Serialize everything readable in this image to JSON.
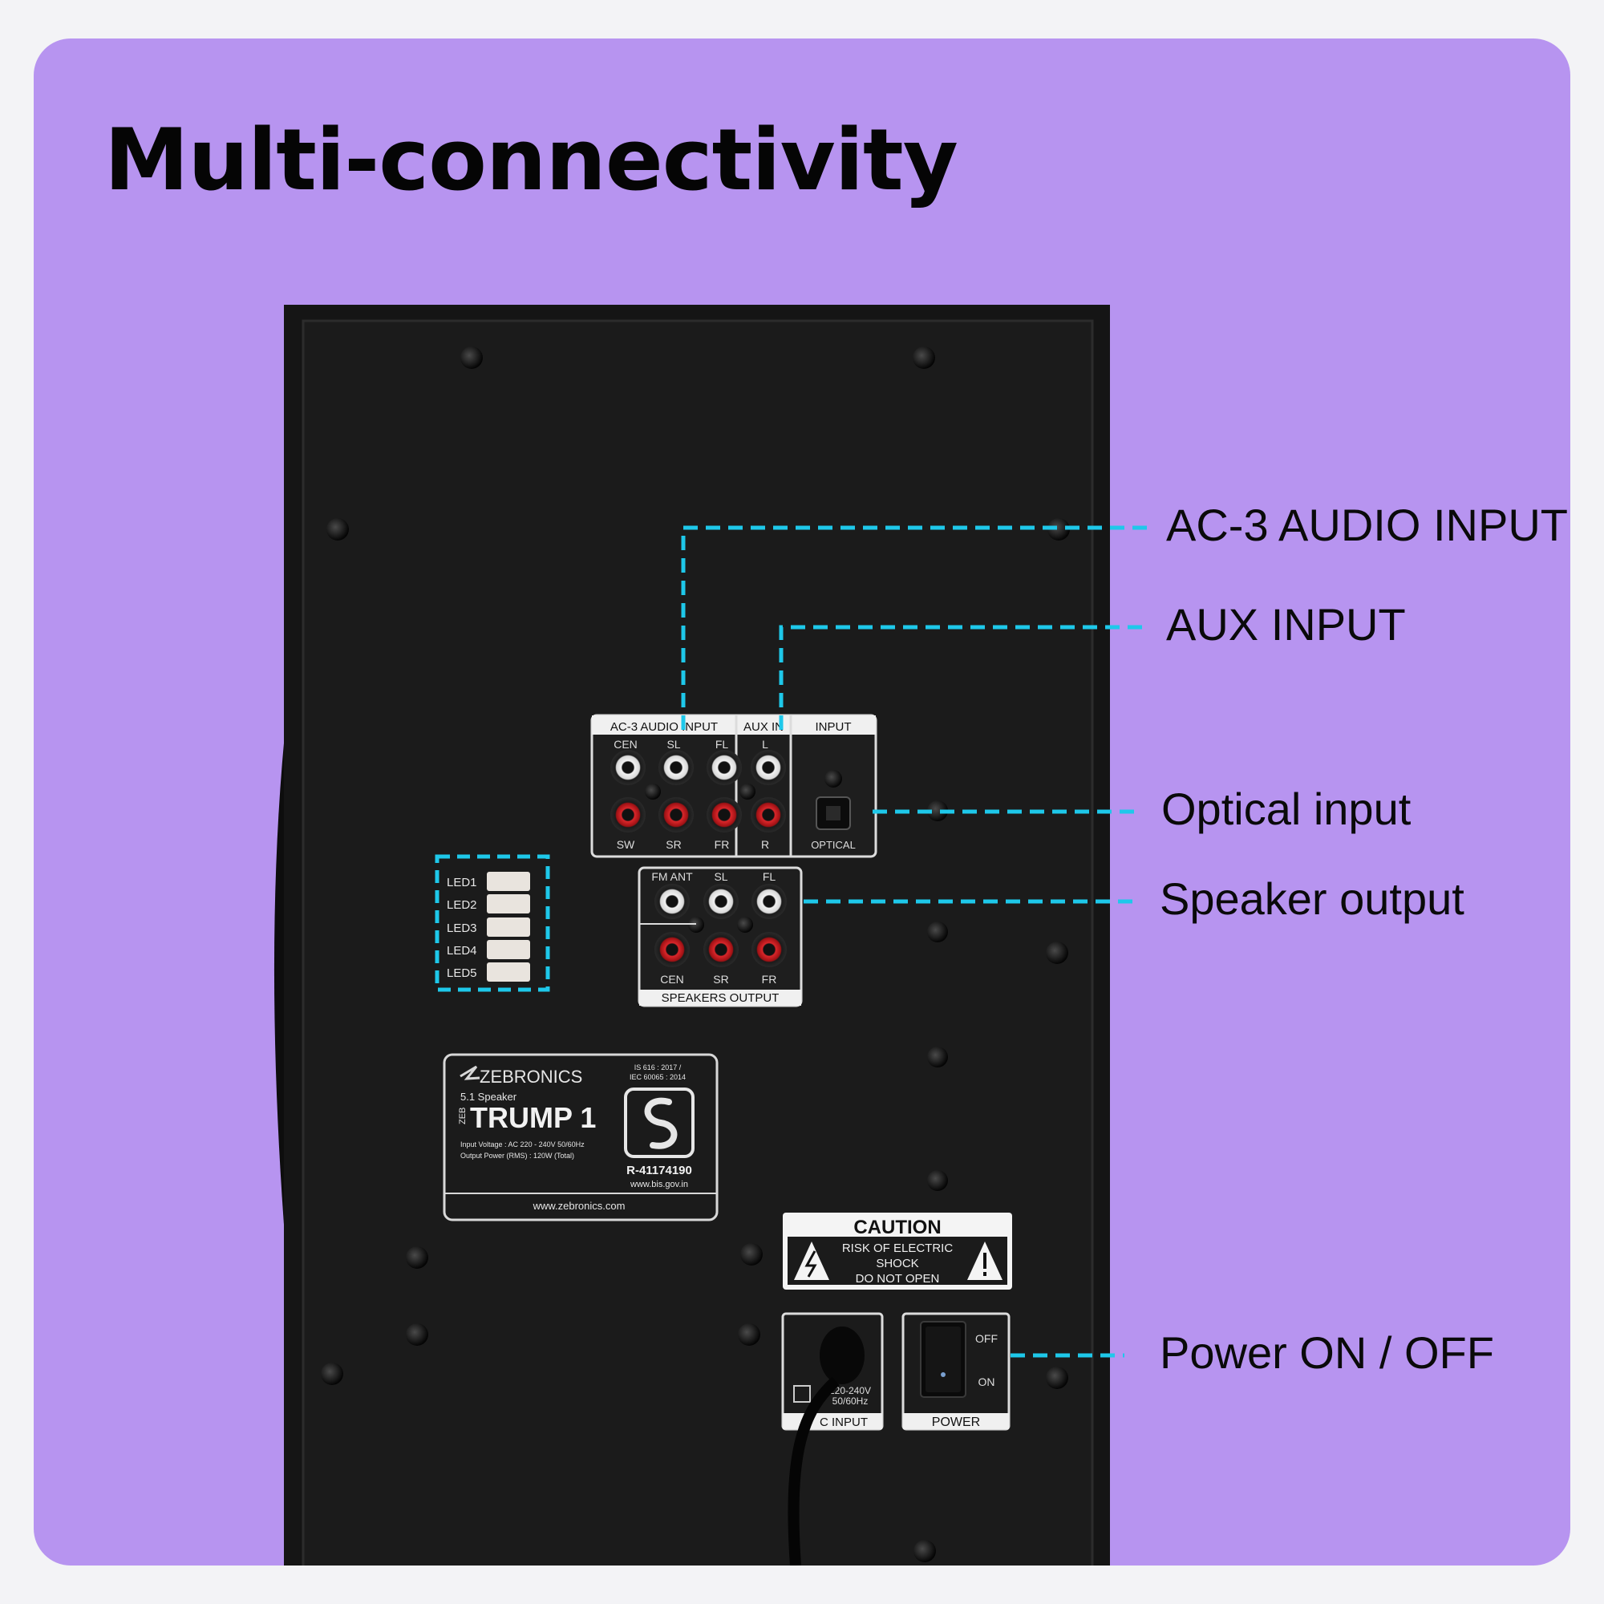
{
  "headline": "Multi-connectivity",
  "colors": {
    "background": "#b794f0",
    "callout_line": "#1ec8ea",
    "cabinet": "#111111"
  },
  "callouts": {
    "ac3": "AC-3 AUDIO INPUT",
    "aux": "AUX INPUT",
    "optical": "Optical input",
    "speaker": "Speaker output",
    "power": "Power ON / OFF"
  },
  "panel": {
    "ac3_header": "AC-3 AUDIO INPUT",
    "aux_header": "AUX IN",
    "input_header": "INPUT",
    "ac3_top": [
      "CEN",
      "SL",
      "FL"
    ],
    "ac3_bottom": [
      "SW",
      "SR",
      "FR"
    ],
    "aux_top": "L",
    "aux_bottom": "R",
    "optical_label": "OPTICAL",
    "spk_top": [
      "FM ANT",
      "SL",
      "FL"
    ],
    "spk_bottom": [
      "CEN",
      "SR",
      "FR"
    ],
    "spk_footer": "SPEAKERS OUTPUT",
    "leds": [
      "LED1",
      "LED2",
      "LED3",
      "LED4",
      "LED5"
    ]
  },
  "label_plate": {
    "brand": "ZEBRONICS",
    "standards": [
      "IS 616 : 2017 /",
      "IEC 60065 : 2014"
    ],
    "type": "5.1 Speaker",
    "prefix": "ZEB",
    "model": "TRUMP 1",
    "voltage": "Input Voltage : AC 220 - 240V  50/60Hz",
    "power": "Output Power (RMS) : 120W (Total)",
    "reg": "R-41174190",
    "bis_site": "www.bis.gov.in",
    "website": "www.zebronics.com"
  },
  "caution": {
    "title": "CAUTION",
    "lines": [
      "RISK OF ELECTRIC",
      "SHOCK",
      "DO NOT OPEN"
    ]
  },
  "ac_input": {
    "rating": [
      "220-240V",
      "50/60Hz"
    ],
    "label": "C INPUT"
  },
  "power_switch": {
    "off": "OFF",
    "on": "ON",
    "label": "POWER"
  }
}
